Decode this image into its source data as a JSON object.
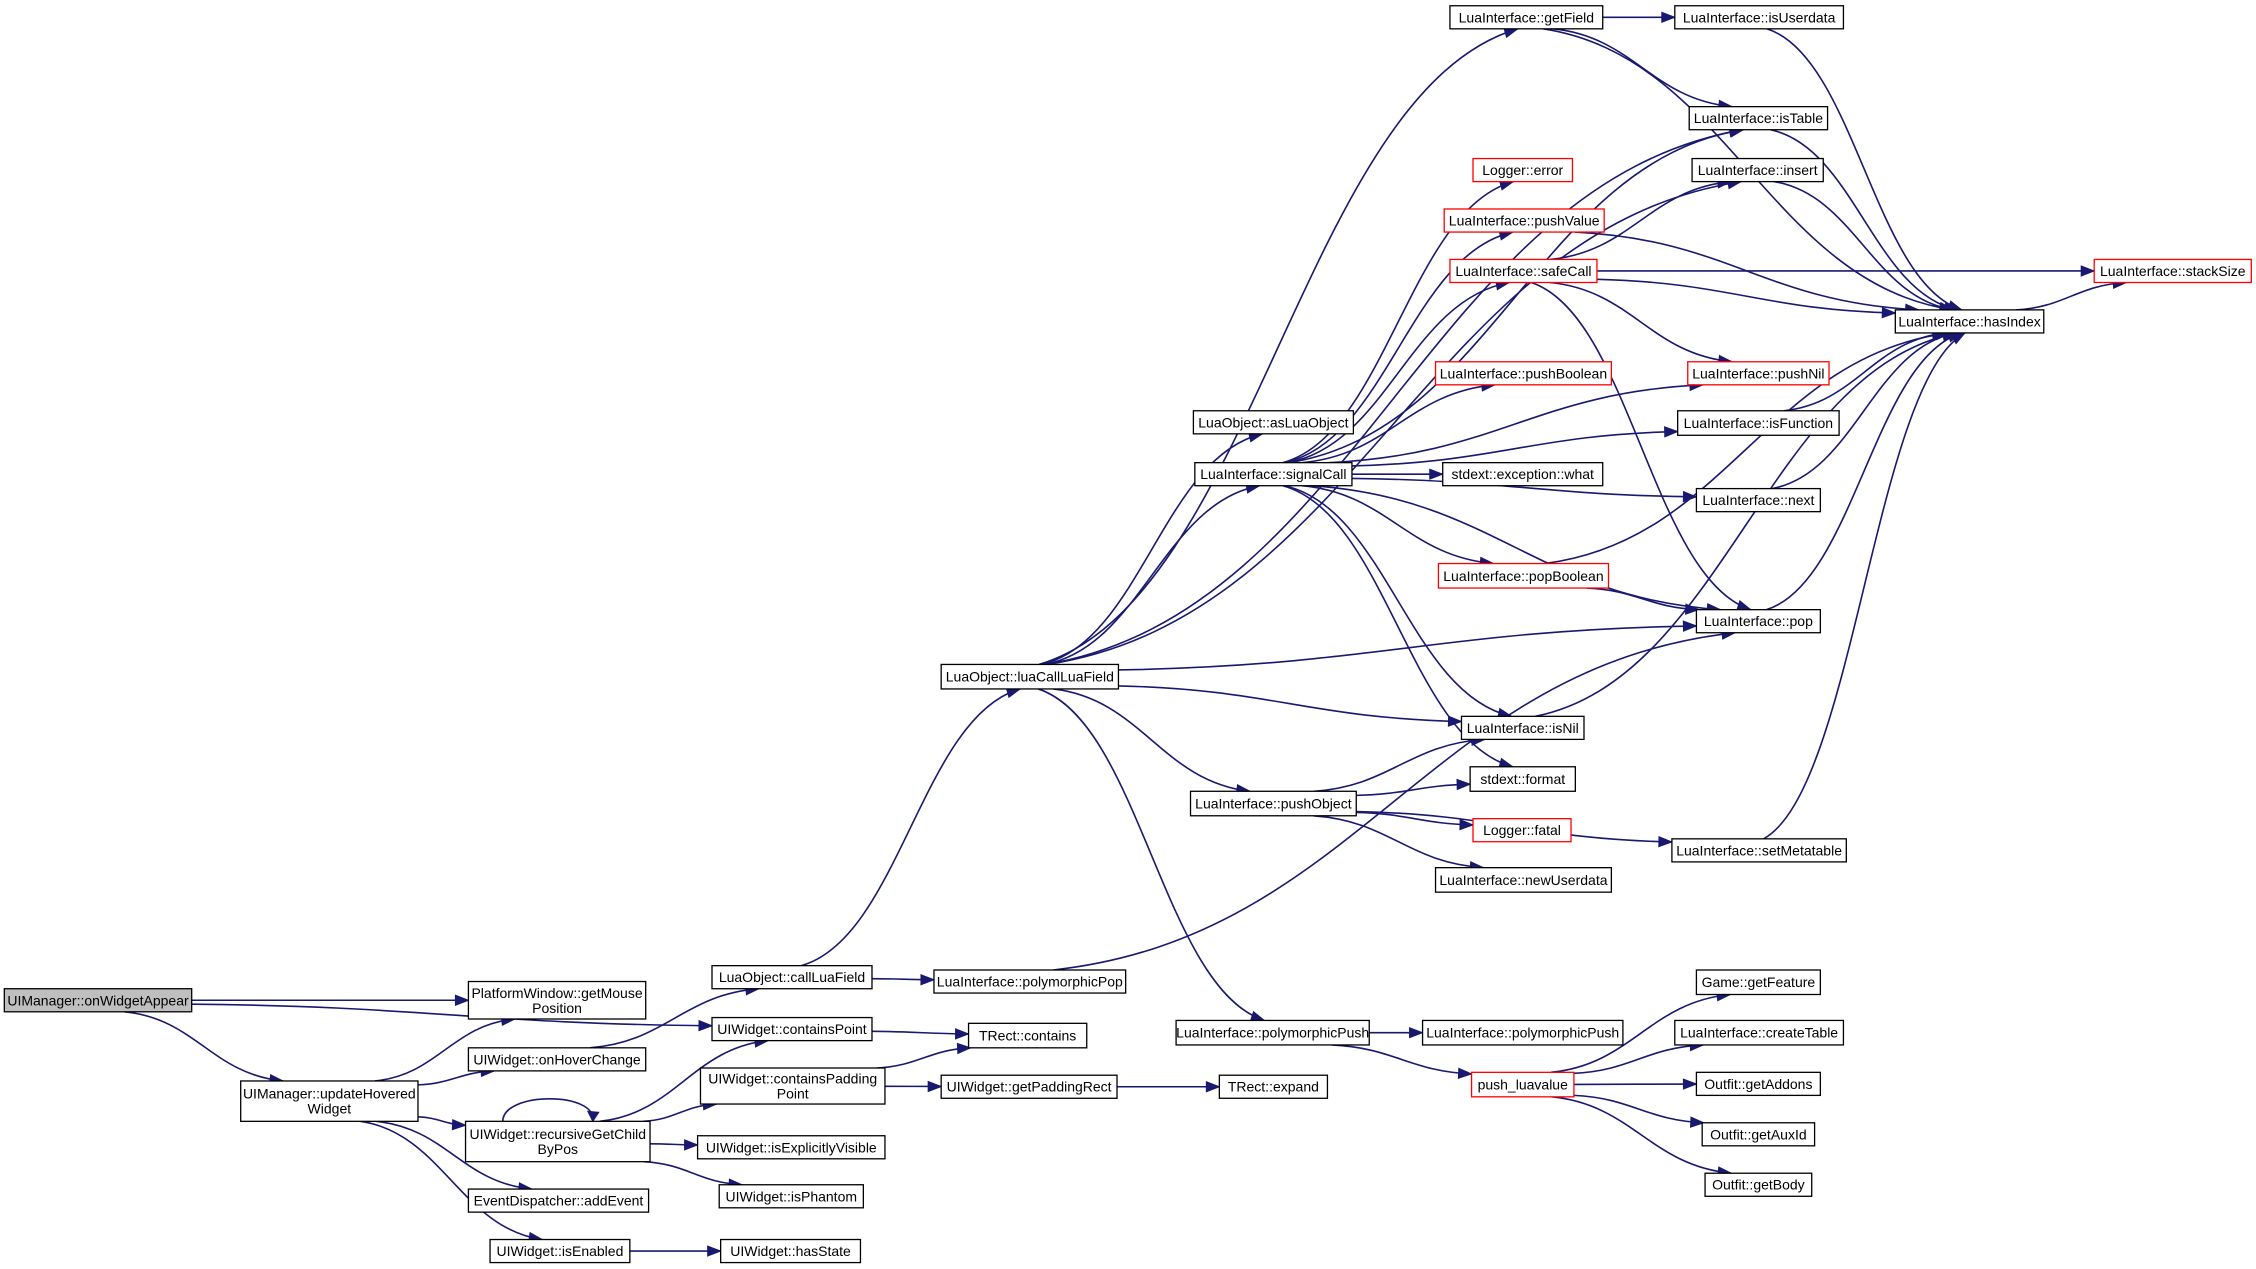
{
  "nodes": [
    {
      "id": "onWidgetAppear",
      "lines": [
        "UIManager::onWidgetAppear"
      ],
      "style": "root"
    },
    {
      "id": "updateHoveredWidget",
      "lines": [
        "UIManager::updateHovered",
        "Widget"
      ]
    },
    {
      "id": "getMousePosition",
      "lines": [
        "PlatformWindow::getMouse",
        "Position"
      ]
    },
    {
      "id": "onHoverChange",
      "lines": [
        "UIWidget::onHoverChange"
      ]
    },
    {
      "id": "recursiveGetChildByPos",
      "lines": [
        "UIWidget::recursiveGetChild",
        "ByPos"
      ]
    },
    {
      "id": "addEvent",
      "lines": [
        "EventDispatcher::addEvent"
      ]
    },
    {
      "id": "isEnabled",
      "lines": [
        "UIWidget::isEnabled"
      ]
    },
    {
      "id": "hasState",
      "lines": [
        "UIWidget::hasState"
      ]
    },
    {
      "id": "callLuaField",
      "lines": [
        "LuaObject::callLuaField"
      ]
    },
    {
      "id": "containsPoint",
      "lines": [
        "UIWidget::containsPoint"
      ]
    },
    {
      "id": "containsPaddingPoint",
      "lines": [
        "UIWidget::containsPadding",
        "Point"
      ]
    },
    {
      "id": "isExplicitlyVisible",
      "lines": [
        "UIWidget::isExplicitlyVisible"
      ]
    },
    {
      "id": "isPhantom",
      "lines": [
        "UIWidget::isPhantom"
      ]
    },
    {
      "id": "polymorphicPop",
      "lines": [
        "LuaInterface::polymorphicPop"
      ]
    },
    {
      "id": "trectContains",
      "lines": [
        "TRect::contains"
      ]
    },
    {
      "id": "getPaddingRect",
      "lines": [
        "UIWidget::getPaddingRect"
      ]
    },
    {
      "id": "trectExpand",
      "lines": [
        "TRect::expand"
      ]
    },
    {
      "id": "luaCallLuaField",
      "lines": [
        "LuaObject::luaCallLuaField"
      ]
    },
    {
      "id": "asLuaObject",
      "lines": [
        "LuaObject::asLuaObject"
      ]
    },
    {
      "id": "signalCall",
      "lines": [
        "LuaInterface::signalCall"
      ]
    },
    {
      "id": "pushObject",
      "lines": [
        "LuaInterface::pushObject"
      ]
    },
    {
      "id": "polymorphicPushA",
      "lines": [
        "LuaInterface::polymorphicPush"
      ]
    },
    {
      "id": "getField",
      "lines": [
        "LuaInterface::getField"
      ]
    },
    {
      "id": "loggerError",
      "lines": [
        "Logger::error"
      ],
      "style": "red"
    },
    {
      "id": "pushValue",
      "lines": [
        "LuaInterface::pushValue"
      ],
      "style": "red"
    },
    {
      "id": "safeCall",
      "lines": [
        "LuaInterface::safeCall"
      ],
      "style": "red"
    },
    {
      "id": "pushBoolean",
      "lines": [
        "LuaInterface::pushBoolean"
      ],
      "style": "red"
    },
    {
      "id": "exceptionWhat",
      "lines": [
        "stdext::exception::what"
      ]
    },
    {
      "id": "popBoolean",
      "lines": [
        "LuaInterface::popBoolean"
      ],
      "style": "red"
    },
    {
      "id": "isNil",
      "lines": [
        "LuaInterface::isNil"
      ]
    },
    {
      "id": "stdextFormat",
      "lines": [
        "stdext::format"
      ]
    },
    {
      "id": "loggerFatal",
      "lines": [
        "Logger::fatal"
      ],
      "style": "red"
    },
    {
      "id": "newUserdata",
      "lines": [
        "LuaInterface::newUserdata"
      ]
    },
    {
      "id": "polymorphicPushB",
      "lines": [
        "LuaInterface::polymorphicPush"
      ]
    },
    {
      "id": "pushLuavalue",
      "lines": [
        "push_luavalue"
      ],
      "style": "red"
    },
    {
      "id": "isUserdata",
      "lines": [
        "LuaInterface::isUserdata"
      ]
    },
    {
      "id": "isTable",
      "lines": [
        "LuaInterface::isTable"
      ]
    },
    {
      "id": "insert",
      "lines": [
        "LuaInterface::insert"
      ]
    },
    {
      "id": "pushNil",
      "lines": [
        "LuaInterface::pushNil"
      ],
      "style": "red"
    },
    {
      "id": "isFunction",
      "lines": [
        "LuaInterface::isFunction"
      ]
    },
    {
      "id": "next",
      "lines": [
        "LuaInterface::next"
      ]
    },
    {
      "id": "pop",
      "lines": [
        "LuaInterface::pop"
      ]
    },
    {
      "id": "setMetatable",
      "lines": [
        "LuaInterface::setMetatable"
      ]
    },
    {
      "id": "getFeature",
      "lines": [
        "Game::getFeature"
      ]
    },
    {
      "id": "createTable",
      "lines": [
        "LuaInterface::createTable"
      ]
    },
    {
      "id": "getAddons",
      "lines": [
        "Outfit::getAddons"
      ]
    },
    {
      "id": "getAuxId",
      "lines": [
        "Outfit::getAuxId"
      ]
    },
    {
      "id": "getBody",
      "lines": [
        "Outfit::getBody"
      ]
    },
    {
      "id": "hasIndex",
      "lines": [
        "LuaInterface::hasIndex"
      ]
    },
    {
      "id": "stackSize",
      "lines": [
        "LuaInterface::stackSize"
      ],
      "style": "red"
    }
  ],
  "edges": [
    [
      "onWidgetAppear",
      "updateHoveredWidget"
    ],
    [
      "onWidgetAppear",
      "getMousePosition"
    ],
    [
      "onWidgetAppear",
      "containsPoint"
    ],
    [
      "updateHoveredWidget",
      "getMousePosition"
    ],
    [
      "updateHoveredWidget",
      "onHoverChange"
    ],
    [
      "updateHoveredWidget",
      "recursiveGetChildByPos"
    ],
    [
      "updateHoveredWidget",
      "addEvent"
    ],
    [
      "updateHoveredWidget",
      "isEnabled"
    ],
    [
      "isEnabled",
      "hasState"
    ],
    [
      "onHoverChange",
      "callLuaField"
    ],
    [
      "recursiveGetChildByPos",
      "recursiveGetChildByPos"
    ],
    [
      "recursiveGetChildByPos",
      "containsPoint"
    ],
    [
      "recursiveGetChildByPos",
      "containsPaddingPoint"
    ],
    [
      "recursiveGetChildByPos",
      "isExplicitlyVisible"
    ],
    [
      "recursiveGetChildByPos",
      "isPhantom"
    ],
    [
      "containsPoint",
      "trectContains"
    ],
    [
      "containsPaddingPoint",
      "trectContains"
    ],
    [
      "containsPaddingPoint",
      "getPaddingRect"
    ],
    [
      "getPaddingRect",
      "trectExpand"
    ],
    [
      "callLuaField",
      "polymorphicPop"
    ],
    [
      "callLuaField",
      "luaCallLuaField"
    ],
    [
      "polymorphicPop",
      "pop"
    ],
    [
      "luaCallLuaField",
      "getField"
    ],
    [
      "luaCallLuaField",
      "isTable"
    ],
    [
      "luaCallLuaField",
      "insert"
    ],
    [
      "luaCallLuaField",
      "asLuaObject"
    ],
    [
      "luaCallLuaField",
      "signalCall"
    ],
    [
      "luaCallLuaField",
      "pop"
    ],
    [
      "luaCallLuaField",
      "isNil"
    ],
    [
      "luaCallLuaField",
      "pushObject"
    ],
    [
      "luaCallLuaField",
      "polymorphicPushA"
    ],
    [
      "signalCall",
      "isTable"
    ],
    [
      "signalCall",
      "loggerError"
    ],
    [
      "signalCall",
      "pushValue"
    ],
    [
      "signalCall",
      "safeCall"
    ],
    [
      "signalCall",
      "pushNil"
    ],
    [
      "signalCall",
      "pushBoolean"
    ],
    [
      "signalCall",
      "isFunction"
    ],
    [
      "signalCall",
      "exceptionWhat"
    ],
    [
      "signalCall",
      "next"
    ],
    [
      "signalCall",
      "popBoolean"
    ],
    [
      "signalCall",
      "pop"
    ],
    [
      "signalCall",
      "isNil"
    ],
    [
      "signalCall",
      "stdextFormat"
    ],
    [
      "getField",
      "isUserdata"
    ],
    [
      "getField",
      "isTable"
    ],
    [
      "getField",
      "hasIndex"
    ],
    [
      "isUserdata",
      "hasIndex"
    ],
    [
      "isTable",
      "hasIndex"
    ],
    [
      "insert",
      "hasIndex"
    ],
    [
      "pushValue",
      "hasIndex"
    ],
    [
      "safeCall",
      "insert"
    ],
    [
      "safeCall",
      "stackSize"
    ],
    [
      "safeCall",
      "hasIndex"
    ],
    [
      "safeCall",
      "pushNil"
    ],
    [
      "safeCall",
      "pop"
    ],
    [
      "isFunction",
      "hasIndex"
    ],
    [
      "next",
      "hasIndex"
    ],
    [
      "popBoolean",
      "hasIndex"
    ],
    [
      "popBoolean",
      "pop"
    ],
    [
      "pop",
      "hasIndex"
    ],
    [
      "isNil",
      "hasIndex"
    ],
    [
      "setMetatable",
      "hasIndex"
    ],
    [
      "hasIndex",
      "stackSize"
    ],
    [
      "pushObject",
      "isNil"
    ],
    [
      "pushObject",
      "stdextFormat"
    ],
    [
      "pushObject",
      "loggerFatal"
    ],
    [
      "pushObject",
      "newUserdata"
    ],
    [
      "pushObject",
      "setMetatable"
    ],
    [
      "polymorphicPushA",
      "polymorphicPushB"
    ],
    [
      "polymorphicPushA",
      "pushLuavalue"
    ],
    [
      "pushLuavalue",
      "getFeature"
    ],
    [
      "pushLuavalue",
      "createTable"
    ],
    [
      "pushLuavalue",
      "getAddons"
    ],
    [
      "pushLuavalue",
      "getAuxId"
    ],
    [
      "pushLuavalue",
      "getBody"
    ]
  ]
}
